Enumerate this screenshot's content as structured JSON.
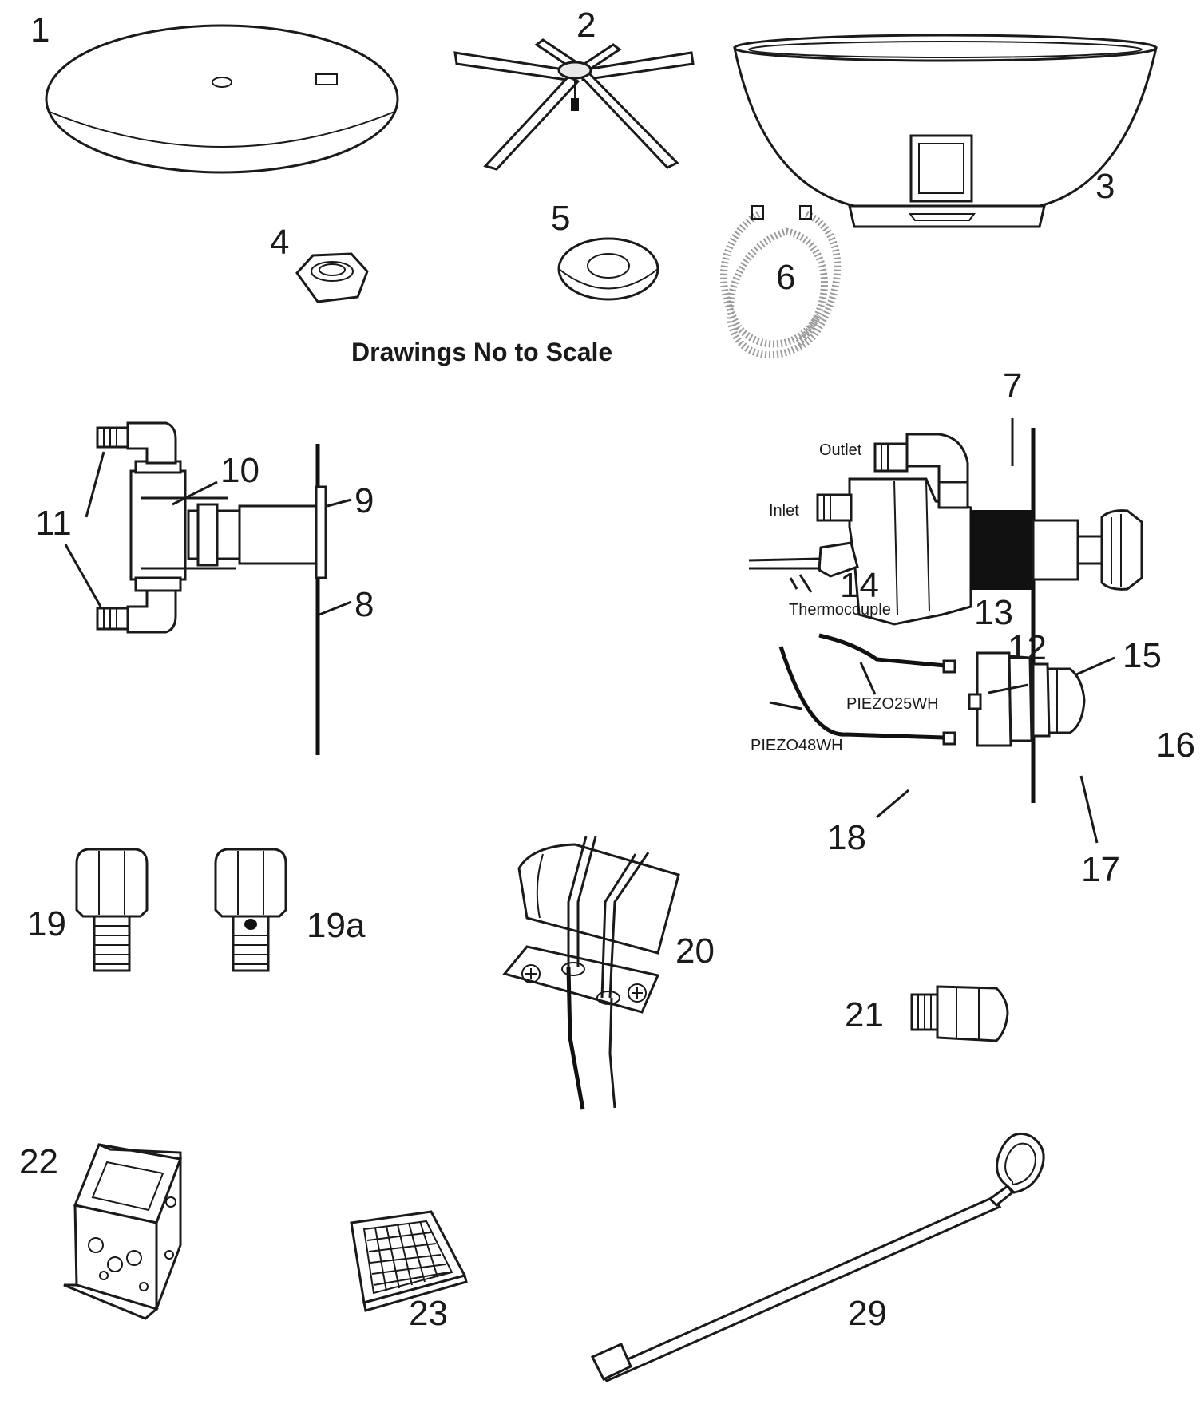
{
  "note": "Drawings No to Scale",
  "parts": {
    "p1": "1",
    "p2": "2",
    "p3": "3",
    "p4": "4",
    "p5": "5",
    "p6": "6",
    "p7": "7",
    "p8": "8",
    "p9": "9",
    "p10": "10",
    "p11": "11",
    "p12": "12",
    "p13": "13",
    "p14": "14",
    "p15": "15",
    "p16": "16",
    "p17": "17",
    "p18": "18",
    "p19": "19",
    "p19a": "19a",
    "p20": "20",
    "p21": "21",
    "p22": "22",
    "p23": "23",
    "p29": "29"
  },
  "labels": {
    "outlet": "Outlet",
    "inlet": "Inlet",
    "thermocouple": "Thermocouple",
    "piezo25": "PIEZO25WH",
    "piezo48": "PIEZO48WH"
  }
}
